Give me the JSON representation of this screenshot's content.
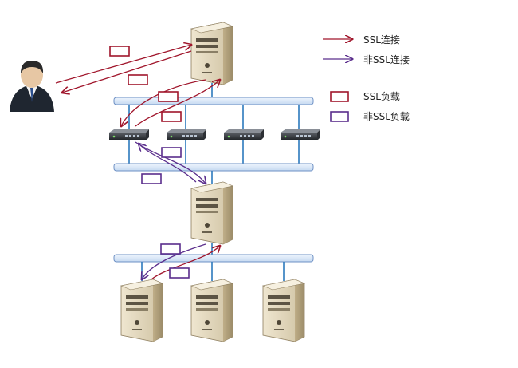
{
  "legend": {
    "ssl_connection": "SSL连接",
    "non_ssl_connection": "非SSL连接",
    "ssl_payload": "SSL负载",
    "non_ssl_payload": "非SSL负载"
  },
  "colors": {
    "ssl": "#a0152b",
    "non_ssl": "#5a2d8c",
    "bus_fill": "#d7e6f8",
    "bus_stroke": "#6d90c4",
    "link": "#2c79bd"
  },
  "icons": {
    "user": "business-user-icon",
    "server": "tower-server-icon",
    "switch": "network-switch-icon"
  }
}
